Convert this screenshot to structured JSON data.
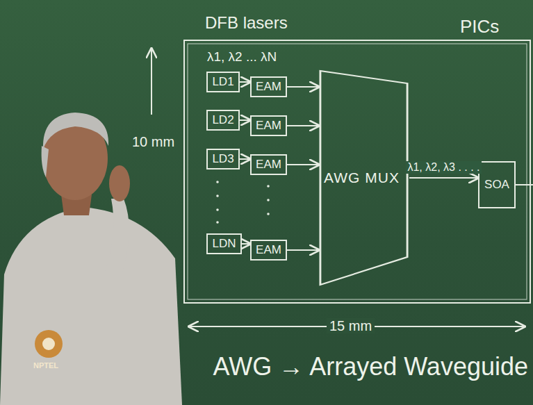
{
  "diagram": {
    "nodes": [
      {
        "text": [
          "LD1"
        ]
      },
      {
        "text": [
          "EAM"
        ]
      },
      {
        "text": [
          "LD2"
        ]
      },
      {
        "text": [
          "EAM"
        ]
      },
      {
        "text": [
          "LD3"
        ]
      },
      {
        "text": [
          "EAM"
        ]
      },
      {
        "text": [
          "LDN"
        ]
      },
      {
        "text": [
          "EAM"
        ]
      },
      {
        "text": [
          "AWG MUX"
        ]
      },
      {
        "text": [
          "SOA"
        ]
      }
    ],
    "edges": [
      {
        "from": 0,
        "to": 1,
        "arrow": "to"
      },
      {
        "from": 2,
        "to": 3,
        "arrow": "to"
      },
      {
        "from": 4,
        "to": 5,
        "arrow": "to"
      },
      {
        "from": 6,
        "to": 7,
        "arrow": "to"
      },
      {
        "from": 1,
        "to": 8,
        "arrow": "to"
      },
      {
        "from": 3,
        "to": 8,
        "arrow": "to"
      },
      {
        "from": 5,
        "to": 8,
        "arrow": "to"
      },
      {
        "from": 7,
        "to": 8,
        "arrow": "to"
      },
      {
        "from": 8,
        "to": 9,
        "arrow": "to",
        "label": "λ1, λ2, λ3 . . . ."
      }
    ],
    "labels": [
      "DFB lasers",
      "PICs",
      "λ1, λ2 ... λN",
      "10 mm",
      "15 mm",
      "AWG → Arrayed Waveguide",
      "NPTEL"
    ]
  }
}
